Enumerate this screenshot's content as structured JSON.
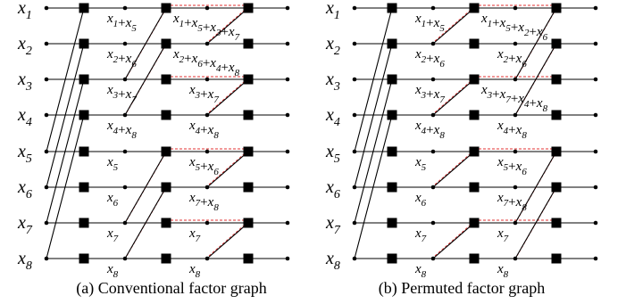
{
  "inputs": [
    "x1",
    "x2",
    "x3",
    "x4",
    "x5",
    "x6",
    "x7",
    "x8"
  ],
  "panel_a": {
    "caption": "(a) Conventional factor graph",
    "partials_stage1": [
      "x1+x5",
      "x2+x6",
      "x3+x7",
      "x4+x8",
      "x5",
      "x6",
      "x7",
      "x8"
    ],
    "partials_stage2": [
      "x1+x5+x3+x7",
      "x2+x6+x4+x8",
      "x3+x7",
      "x4+x8",
      "x5+x6",
      "x7+x8",
      "x7",
      "x8"
    ]
  },
  "panel_b": {
    "caption": "(b) Permuted factor graph",
    "partials_stage1": [
      "x1+x5",
      "x2+x6",
      "x3+x7",
      "x4+x8",
      "x5",
      "x6",
      "x7",
      "x8"
    ],
    "partials_stage2": [
      "x1+x5+x2+x6",
      "x2+x6",
      "x3+x7+x4+x8",
      "x4+x8",
      "x5+x6",
      "x7+x8",
      "x7",
      "x8"
    ]
  }
}
